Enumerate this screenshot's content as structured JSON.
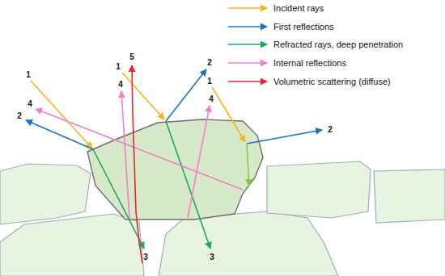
{
  "diagram": {
    "labels": [
      "5",
      "2",
      "1",
      "1",
      "1",
      "4",
      "4",
      "4",
      "2",
      "2",
      "3",
      "3"
    ],
    "legend": [
      {
        "text": "Incident rays"
      },
      {
        "text": "First reflections"
      },
      {
        "text": "Refracted rays, deep penetration"
      },
      {
        "text": "Internal reflections"
      },
      {
        "text": "Volumetric scattering (diffuse)"
      }
    ]
  }
}
